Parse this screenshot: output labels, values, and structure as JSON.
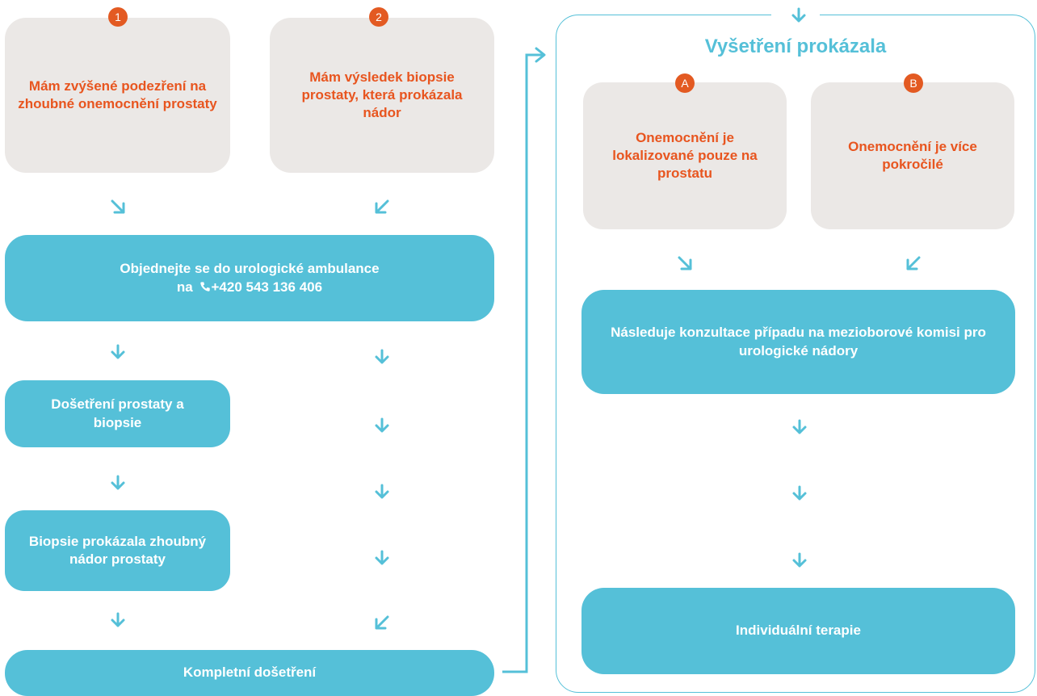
{
  "left_column": {
    "step1": {
      "badge": "1",
      "text": "Mám zvýšené podezření na zhoubné onemocnění prostaty"
    },
    "step2": {
      "badge": "2",
      "text": "Mám výsledek biopsie prostaty, která prokázala nádor"
    },
    "appointment": {
      "text": "Objednejte se do urologické ambulance",
      "prefix": "na",
      "phone": "+420 543 136 406"
    },
    "examination": {
      "text": "Došetření prostaty a biopsie"
    },
    "biopsy_result": {
      "text": "Biopsie prokázala zhoubný nádor prostaty"
    },
    "complete": {
      "text": "Kompletní došetření"
    }
  },
  "right_column": {
    "title": "Vyšetření prokázala",
    "optionA": {
      "badge": "A",
      "text": "Onemocnění je lokalizované pouze na prostatu"
    },
    "optionB": {
      "badge": "B",
      "text": "Onemocnění je více pokročilé"
    },
    "consultation": {
      "text": "Následuje konzultace případu na mezioborové komisi pro urologické nádory"
    },
    "therapy": {
      "text": "Individuální terapie"
    }
  },
  "colors": {
    "accent": "#55c0d8",
    "orange": "#e8551f",
    "grey_box": "#ebe8e6"
  },
  "icons": [
    "phone-icon",
    "arrow-down-icon",
    "arrow-down-right-icon",
    "arrow-down-left-icon"
  ]
}
